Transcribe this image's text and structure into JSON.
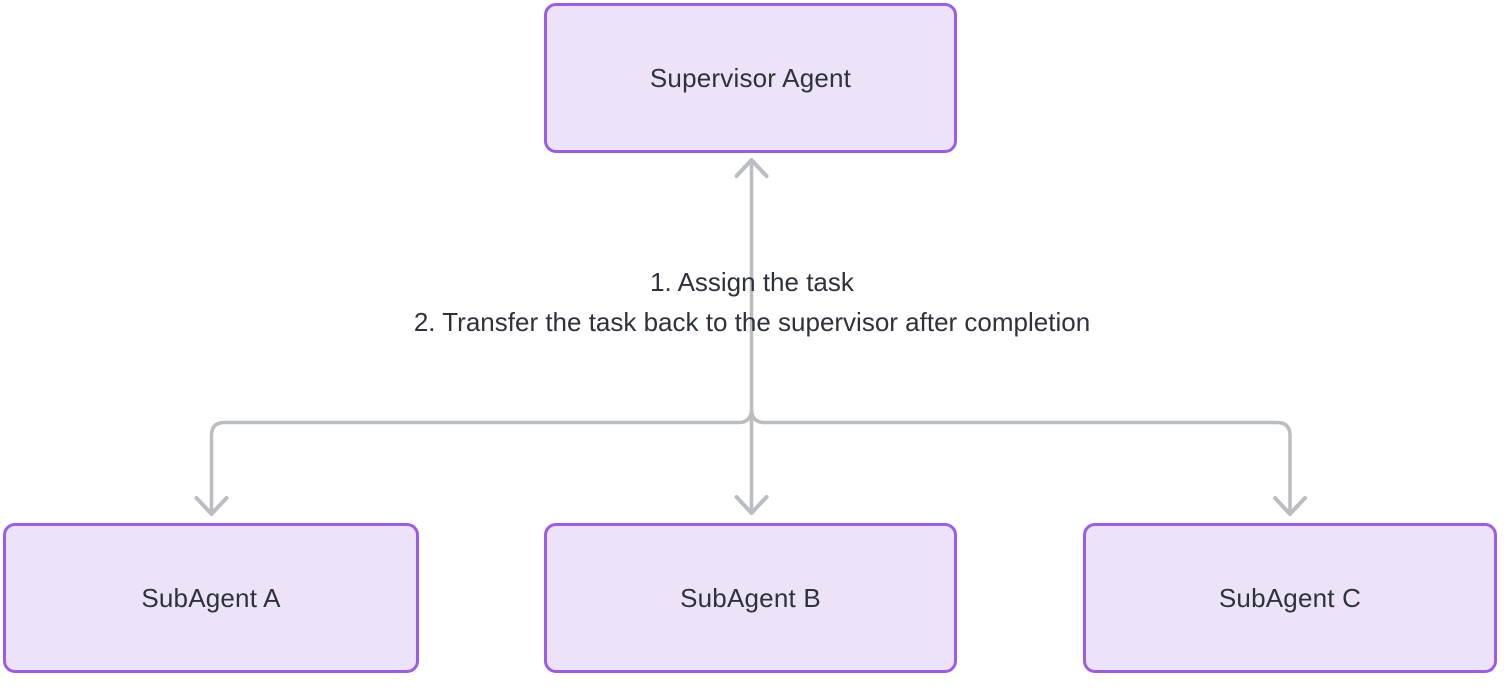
{
  "diagram": {
    "nodes": [
      {
        "id": "supervisor-agent",
        "label": "Supervisor Agent"
      },
      {
        "id": "subagent-a",
        "label": "SubAgent A"
      },
      {
        "id": "subagent-b",
        "label": "SubAgent B"
      },
      {
        "id": "subagent-c",
        "label": "SubAgent C"
      }
    ],
    "edge_label_lines": [
      "1. Assign the task",
      "2. Transfer the task back to the supervisor after completion"
    ],
    "colors": {
      "node_fill": "#ece3f9",
      "node_border": "#9b5cee",
      "connector": "#babdc2",
      "text": "#2e323a",
      "background": "#ffffff"
    }
  }
}
